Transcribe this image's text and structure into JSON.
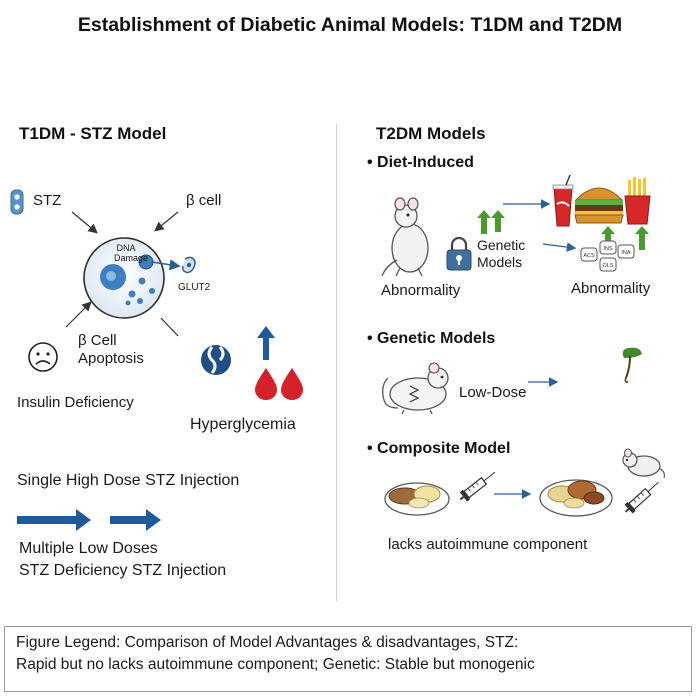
{
  "title": "Establishment of Diabetic Animal Models:  T1DM and T2DM",
  "t1dm": {
    "heading": "T1DM - STZ Model",
    "stz": "STZ",
    "beta_cell": "β cell",
    "dna_damage": "DNA\nDamage",
    "glut2": "GLUT2",
    "beta_cell_apoptosis": "β Cell\nApoptosis",
    "insulin_deficiency": "Insulin Deficiency",
    "hyperglycemia": "Hyperglycemia",
    "single_high_dose": "Single High Dose STZ Injection",
    "multiple_low_doses": "Multiple Low Doses",
    "stz_deficiency": "STZ Deficiency STZ Injection"
  },
  "t2dm": {
    "heading": "T2DM Models",
    "diet_induced": "• Diet-Induced",
    "genetic_models_small": "Genetic\nModels",
    "abnormality_left": "Abnormality",
    "abnormality_right": "Abnormality",
    "pill_labels": [
      "ACS",
      "INS",
      "INA",
      "OLS"
    ],
    "genetic_models": "• Genetic Models",
    "low_dose": "Low-Dose",
    "composite_model": "• Composite Model",
    "lacks_autoimmune": "lacks autoimmune component"
  },
  "legend": {
    "line1": "Figure Legend: Comparison of Model Advantages & disadvantages, STZ:",
    "line2": "Rapid but no lacks autoimmune component; Genetic: Stable but monogenic"
  },
  "colors": {
    "arrow_blue": "#1f5a99",
    "up_green": "#4b9a2e",
    "blood_red": "#d5222a",
    "cell_blue": "#3d7fc1"
  },
  "icons": [
    "stz-molecule-icon",
    "sad-face-icon",
    "dna-icon",
    "blood-drop-icon",
    "up-arrow-icon",
    "rat-icon",
    "lock-icon",
    "food-icon",
    "pill-icon",
    "mouse-icon",
    "plant-icon",
    "plate-icon",
    "syringe-icon"
  ]
}
